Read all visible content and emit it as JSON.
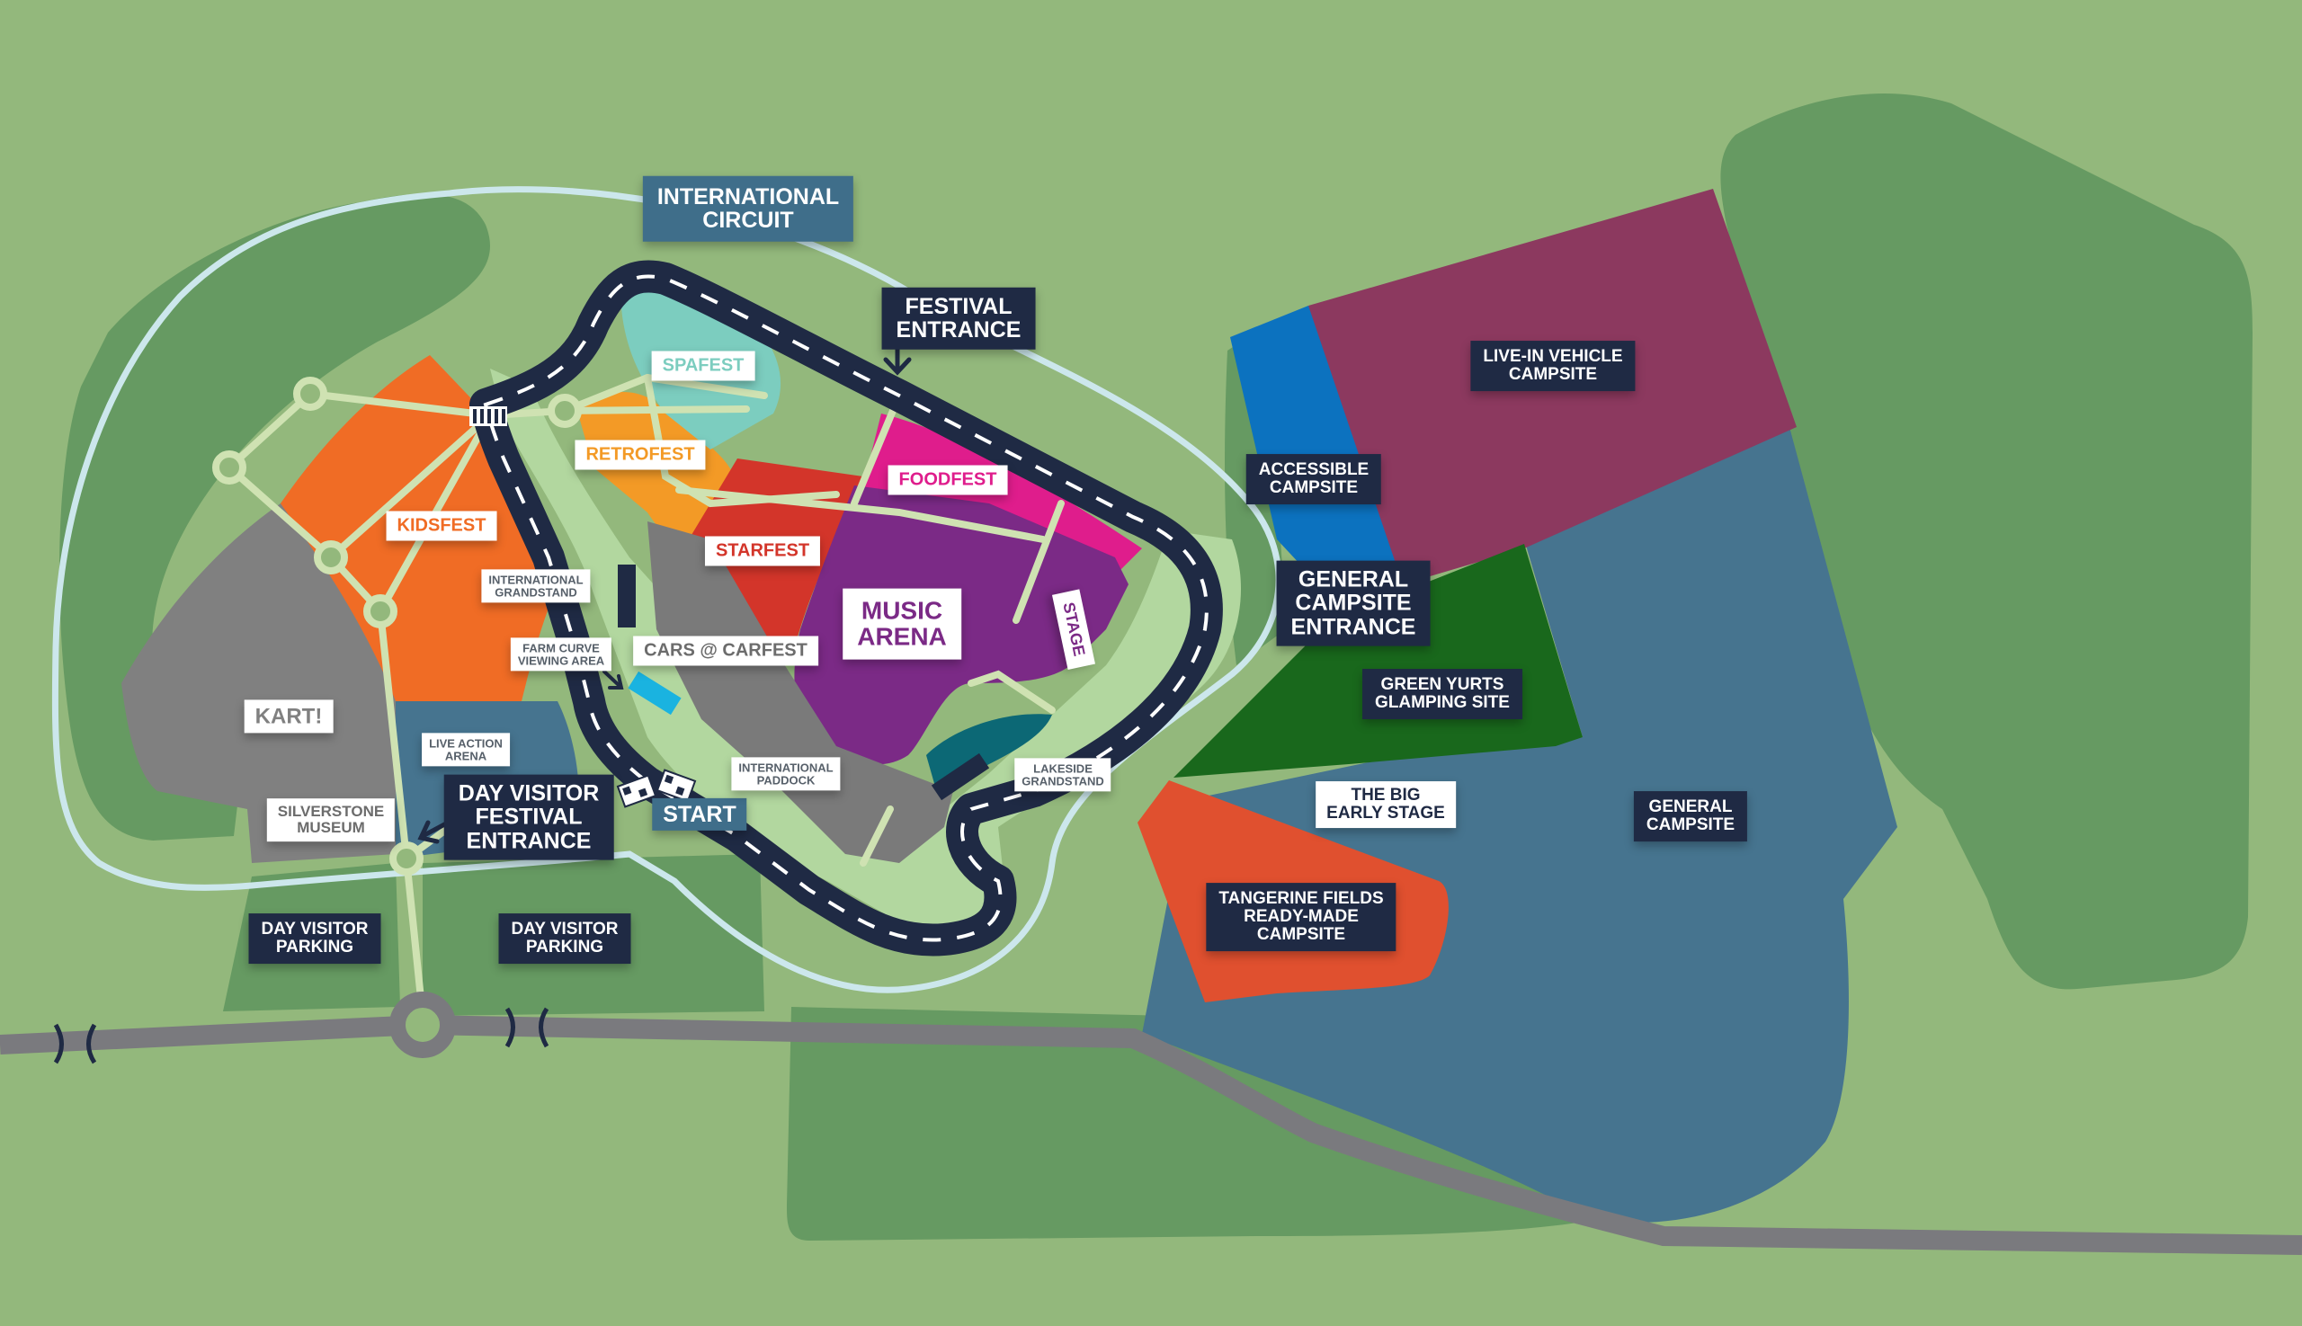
{
  "colors": {
    "background": "#93b87c",
    "dark_green": "#669a62",
    "campsite_blue": "#46748f",
    "live_in_purple": "#8c395f",
    "accessible_blue": "#0c72bf",
    "green_yurts": "#19681c",
    "tangerine": "#e0502f",
    "kidsfest_orange": "#f06c25",
    "retrofest_orange": "#f39a26",
    "starfest_red": "#d3352a",
    "foodfest_pink": "#df1d8c",
    "music_purple": "#7b2a86",
    "spafest_teal": "#7ccdbf",
    "kart_grey": "#808080",
    "track_navy": "#1f2a44",
    "label_dark": "#1f2a44"
  },
  "labels": {
    "international_circuit": "INTERNATIONAL\nCIRCUIT",
    "festival_entrance": "FESTIVAL\nENTRANCE",
    "spafest": "SPAFEST",
    "retrofest": "RETROFEST",
    "foodfest": "FOODFEST",
    "kidsfest": "KIDSFEST",
    "starfest": "STARFEST",
    "music_arena": "MUSIC\nARENA",
    "stage": "STAGE",
    "international_grandstand": "INTERNATIONAL\nGRANDSTAND",
    "farm_curve": "FARM CURVE\nVIEWING AREA",
    "cars_carfest": "CARS @ CARFEST",
    "kart": "KART!",
    "live_action_arena": "LIVE ACTION\nARENA",
    "silverstone_museum": "SILVERSTONE\nMUSEUM",
    "day_visitor_festival_entrance": "DAY VISITOR\nFESTIVAL\nENTRANCE",
    "start": "START",
    "international_paddock": "INTERNATIONAL\nPADDOCK",
    "lakeside_grandstand": "LAKESIDE\nGRANDSTAND",
    "day_visitor_parking_left": "DAY VISITOR\nPARKING",
    "day_visitor_parking_right": "DAY VISITOR\nPARKING",
    "accessible_campsite": "ACCESSIBLE\nCAMPSITE",
    "live_in_vehicle_campsite": "LIVE-IN VEHICLE\nCAMPSITE",
    "general_campsite_entrance": "GENERAL\nCAMPSITE\nENTRANCE",
    "green_yurts": "GREEN YURTS\nGLAMPING SITE",
    "big_early_stage": "THE BIG\nEARLY STAGE",
    "general_campsite": "GENERAL\nCAMPSITE",
    "tangerine_fields": "TANGERINE FIELDS\nREADY-MADE\nCAMPSITE"
  }
}
